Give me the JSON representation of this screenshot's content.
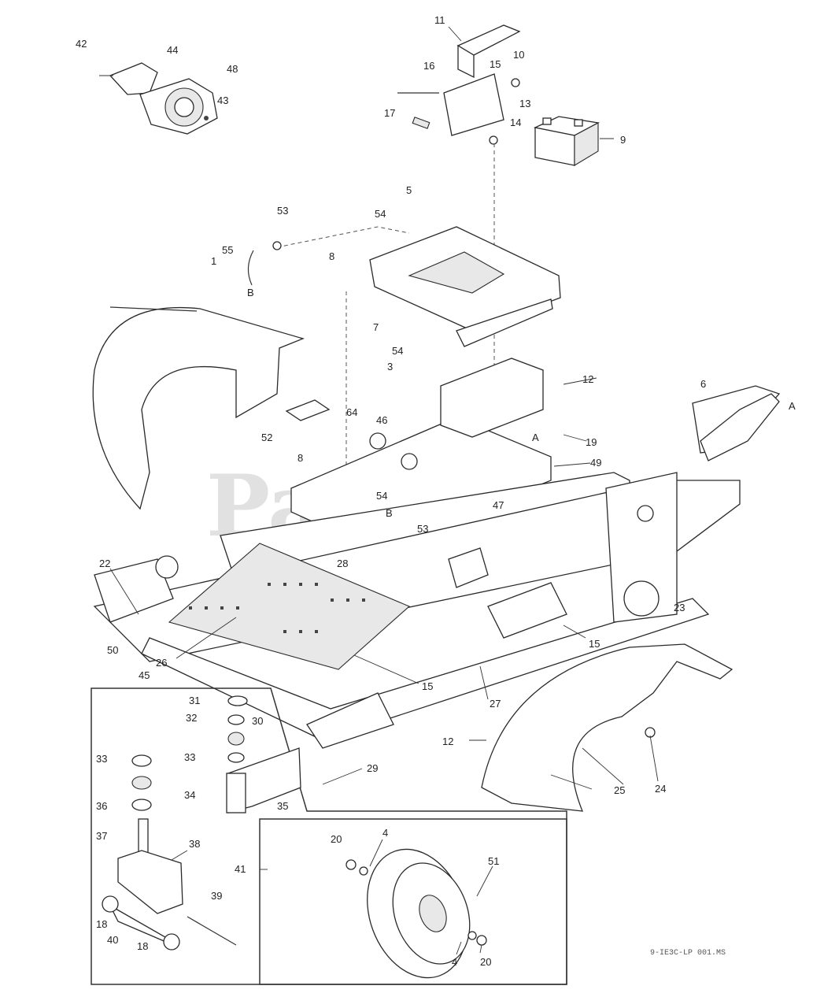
{
  "watermark": "PartsTree",
  "drawing_code": "9-IE3C-LP 001.MS",
  "labels": [
    {
      "id": "42",
      "text": "42"
    },
    {
      "id": "44",
      "text": "44"
    },
    {
      "id": "48",
      "text": "48"
    },
    {
      "id": "43",
      "text": "43"
    },
    {
      "id": "11",
      "text": "11"
    },
    {
      "id": "10",
      "text": "10"
    },
    {
      "id": "16",
      "text": "16"
    },
    {
      "id": "15a",
      "text": "15"
    },
    {
      "id": "13",
      "text": "13"
    },
    {
      "id": "17",
      "text": "17"
    },
    {
      "id": "14",
      "text": "14"
    },
    {
      "id": "9",
      "text": "9"
    },
    {
      "id": "5",
      "text": "5"
    },
    {
      "id": "53a",
      "text": "53"
    },
    {
      "id": "54a",
      "text": "54"
    },
    {
      "id": "55",
      "text": "55"
    },
    {
      "id": "Ba",
      "text": "B"
    },
    {
      "id": "1",
      "text": "1"
    },
    {
      "id": "8a",
      "text": "8"
    },
    {
      "id": "7",
      "text": "7"
    },
    {
      "id": "54b",
      "text": "54"
    },
    {
      "id": "3",
      "text": "3"
    },
    {
      "id": "12a",
      "text": "12"
    },
    {
      "id": "6",
      "text": "6"
    },
    {
      "id": "Aa",
      "text": "A"
    },
    {
      "id": "64",
      "text": "64"
    },
    {
      "id": "46",
      "text": "46"
    },
    {
      "id": "52",
      "text": "52"
    },
    {
      "id": "Ab",
      "text": "A"
    },
    {
      "id": "19",
      "text": "19"
    },
    {
      "id": "49",
      "text": "49"
    },
    {
      "id": "8b",
      "text": "8"
    },
    {
      "id": "54c",
      "text": "54"
    },
    {
      "id": "Bb",
      "text": "B"
    },
    {
      "id": "53b",
      "text": "53"
    },
    {
      "id": "47",
      "text": "47"
    },
    {
      "id": "22",
      "text": "22"
    },
    {
      "id": "28",
      "text": "28"
    },
    {
      "id": "23",
      "text": "23"
    },
    {
      "id": "15b",
      "text": "15"
    },
    {
      "id": "26",
      "text": "26"
    },
    {
      "id": "50a",
      "text": "50"
    },
    {
      "id": "45",
      "text": "45"
    },
    {
      "id": "15c",
      "text": "15"
    },
    {
      "id": "27",
      "text": "27"
    },
    {
      "id": "31",
      "text": "31"
    },
    {
      "id": "32",
      "text": "32"
    },
    {
      "id": "30",
      "text": "30"
    },
    {
      "id": "33a",
      "text": "33"
    },
    {
      "id": "33b",
      "text": "33"
    },
    {
      "id": "12b",
      "text": "12"
    },
    {
      "id": "36",
      "text": "36"
    },
    {
      "id": "34",
      "text": "34"
    },
    {
      "id": "35",
      "text": "35"
    },
    {
      "id": "29",
      "text": "29"
    },
    {
      "id": "25",
      "text": "25"
    },
    {
      "id": "24",
      "text": "24"
    },
    {
      "id": "37",
      "text": "37"
    },
    {
      "id": "38",
      "text": "38"
    },
    {
      "id": "20a",
      "text": "20"
    },
    {
      "id": "4a",
      "text": "4"
    },
    {
      "id": "41",
      "text": "41"
    },
    {
      "id": "51",
      "text": "51"
    },
    {
      "id": "39",
      "text": "39"
    },
    {
      "id": "18a",
      "text": "18"
    },
    {
      "id": "40",
      "text": "40"
    },
    {
      "id": "18b",
      "text": "18"
    },
    {
      "id": "4b",
      "text": "4"
    },
    {
      "id": "20b",
      "text": "20"
    }
  ]
}
